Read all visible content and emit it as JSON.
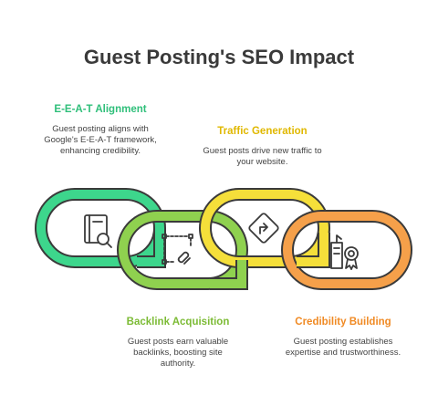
{
  "title": "Guest Posting's SEO Impact",
  "links": [
    {
      "heading": "E-E-A-T Alignment",
      "description": "Guest posting aligns with Google's E-E-A-T framework, enhancing credibility.",
      "color": "#3dd68c",
      "icon": "book-search-icon"
    },
    {
      "heading": "Backlink Acquisition",
      "description": "Guest posts earn valuable backlinks, boosting site authority.",
      "color": "#8fd14f",
      "icon": "link-icon"
    },
    {
      "heading": "Traffic Generation",
      "description": "Guest posts drive new traffic to your website.",
      "color": "#f5df3a",
      "icon": "directions-sign-icon"
    },
    {
      "heading": "Credibility Building",
      "description": "Guest posting establishes expertise and trustworthiness.",
      "color": "#f5a04a",
      "icon": "award-badge-icon"
    }
  ]
}
